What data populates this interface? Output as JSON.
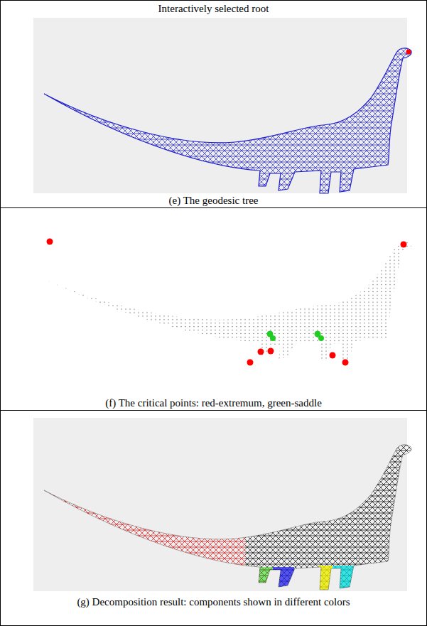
{
  "diagram": {
    "labels": [
      "Interactively selected root",
      "(e) The geodesic tree",
      "(f) The critical points: red-extremum, green-saddle",
      "(g) Decomposition result: components shown in different colors"
    ]
  }
}
